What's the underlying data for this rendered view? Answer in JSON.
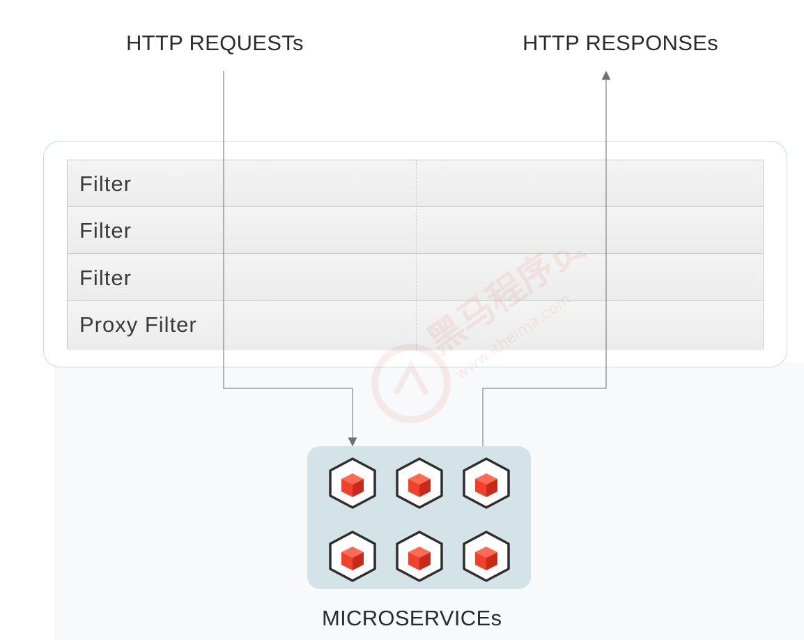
{
  "header": {
    "requests_label": "HTTP REQUESTs",
    "responses_label": "HTTP RESPONSEs"
  },
  "gateway": {
    "filters": [
      "Filter",
      "Filter",
      "Filter",
      "Proxy Filter"
    ]
  },
  "microservices": {
    "label": "MICROSERVICEs",
    "icon": "cube-icon",
    "count": 6
  },
  "watermark": {
    "text": "黑马程序员",
    "url": "www.itheima.com"
  },
  "colors": {
    "cube_red": "#f0412a",
    "ms_box": "#d4e3e8",
    "line": "#8a8a8a"
  }
}
